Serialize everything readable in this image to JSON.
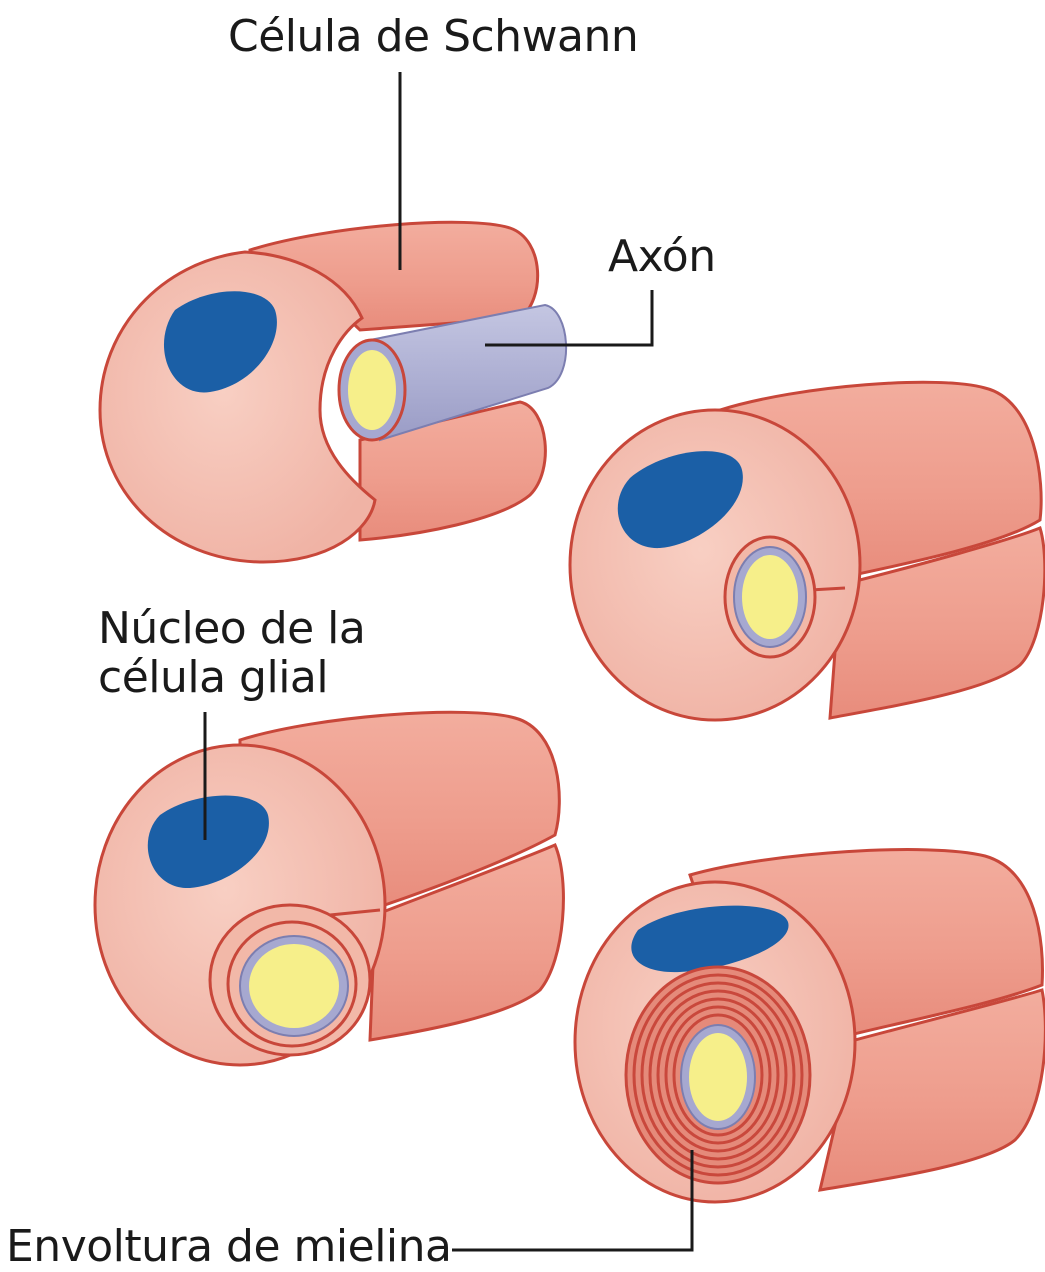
{
  "labels": {
    "schwann_cell": "Célula de Schwann",
    "axon": "Axón",
    "glial_nucleus_line1": "Núcleo de la",
    "glial_nucleus_line2": "célula glial",
    "myelin_sheath": "Envoltura de mielina"
  },
  "colors": {
    "cell_body": "#f2a99b",
    "cell_face": "#f5c3b6",
    "cell_outline": "#c8473a",
    "nucleus": "#1b5fa6",
    "axon_tube": "#b3b5d6",
    "axon_core": "#f6ef8a",
    "myelin_wrap": "#c9483c",
    "leader_line": "#1a1a1a"
  }
}
